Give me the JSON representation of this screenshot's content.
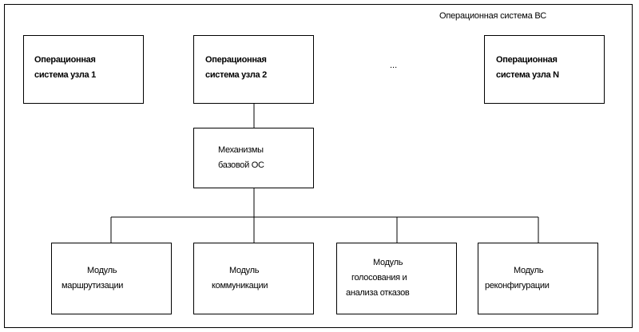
{
  "diagram": {
    "outer_title": "Операционная система ВС",
    "ellipsis": "...",
    "nodes": [
      {
        "line1": "Операционная",
        "line2": "система узла 1"
      },
      {
        "line1": "Операционная",
        "line2": "система узла 2"
      },
      {
        "line1": "Операционная",
        "line2": "система узла N"
      }
    ],
    "base": {
      "line1": "Механизмы",
      "line2": "базовой ОС"
    },
    "modules": [
      {
        "line1": "Модуль",
        "line2": "маршрутизации"
      },
      {
        "line1": "Модуль",
        "line2": "коммуникации"
      },
      {
        "line1": "Модуль",
        "line2": "голосования и",
        "line3": "анализа отказов"
      },
      {
        "line1": "Модуль",
        "line2": "реконфигурации"
      }
    ]
  }
}
